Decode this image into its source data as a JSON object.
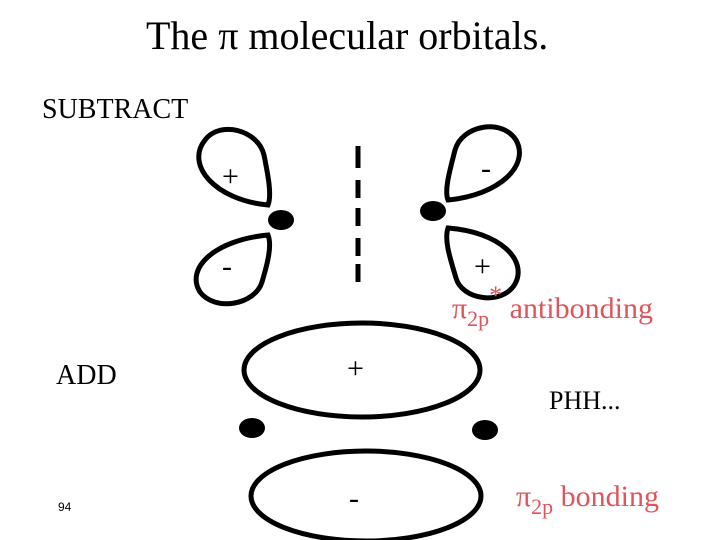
{
  "title": "The π molecular orbitals.",
  "labels": {
    "subtract": "SUBTRACT",
    "add": "ADD",
    "slide_number": "94",
    "phh": "PHH..."
  },
  "antibonding": {
    "symbol": "π",
    "subscript": "2p",
    "superscript": "*",
    "text": "antibonding",
    "color": "#e0545b"
  },
  "bonding": {
    "symbol": "π",
    "subscript": "2p",
    "text": "bonding",
    "color": "#e0545b"
  },
  "signs": {
    "left_top": "+",
    "left_bottom": "-",
    "right_top": "-",
    "right_bottom": "+",
    "bond_top": "+",
    "bond_bottom": "-"
  }
}
